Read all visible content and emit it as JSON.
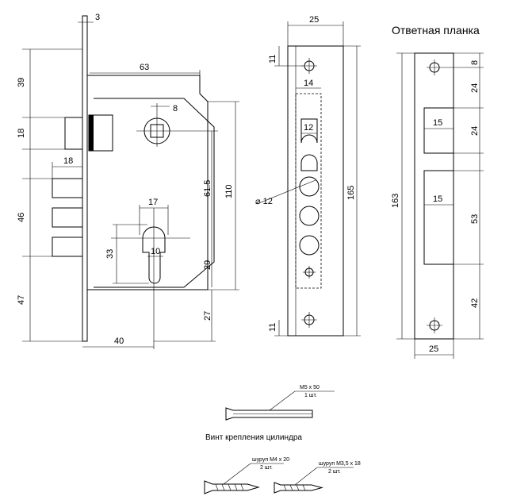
{
  "lock_body": {
    "dims": {
      "faceplate_thickness": "3",
      "body_depth": "63",
      "spindle_to_top": "39",
      "latch_height": "18",
      "spindle_square": "8",
      "bolt_projection": "18",
      "bolt_zone": "46",
      "bottom_zone": "47",
      "spindle_to_cylinder": "61.5",
      "body_height": "110",
      "cylinder_width": "17",
      "cylinder_height": "33",
      "cylinder_slot": "10",
      "cylinder_to_bottom_inner": "29",
      "cylinder_to_bottom": "27",
      "backset": "40"
    }
  },
  "faceplate": {
    "dims": {
      "width": "25",
      "top_hole_offset": "11",
      "slot_width": "14",
      "latch_width": "12",
      "bolt_diameter": "⌀ 12",
      "length": "165",
      "bottom_hole_offset": "11"
    }
  },
  "strike_plate": {
    "title": "Ответная планка",
    "dims": {
      "hole_offset": "8",
      "gap_top": "24",
      "latch_window_h": "24",
      "latch_window_w": "15",
      "bolt_window_w": "15",
      "bolt_window_h": "53",
      "gap_bottom": "42",
      "length": "163",
      "width": "25"
    }
  },
  "hardware": {
    "cylinder_screw": {
      "spec": "M5 x 50",
      "qty": "1 шт.",
      "caption": "Винт крепления цилиндра"
    },
    "screw_m4": {
      "spec": "шуруп M4 x 20",
      "qty": "2 шт."
    },
    "screw_m35": {
      "spec": "шуруп M3,5 x 18",
      "qty": "2 шт."
    }
  }
}
